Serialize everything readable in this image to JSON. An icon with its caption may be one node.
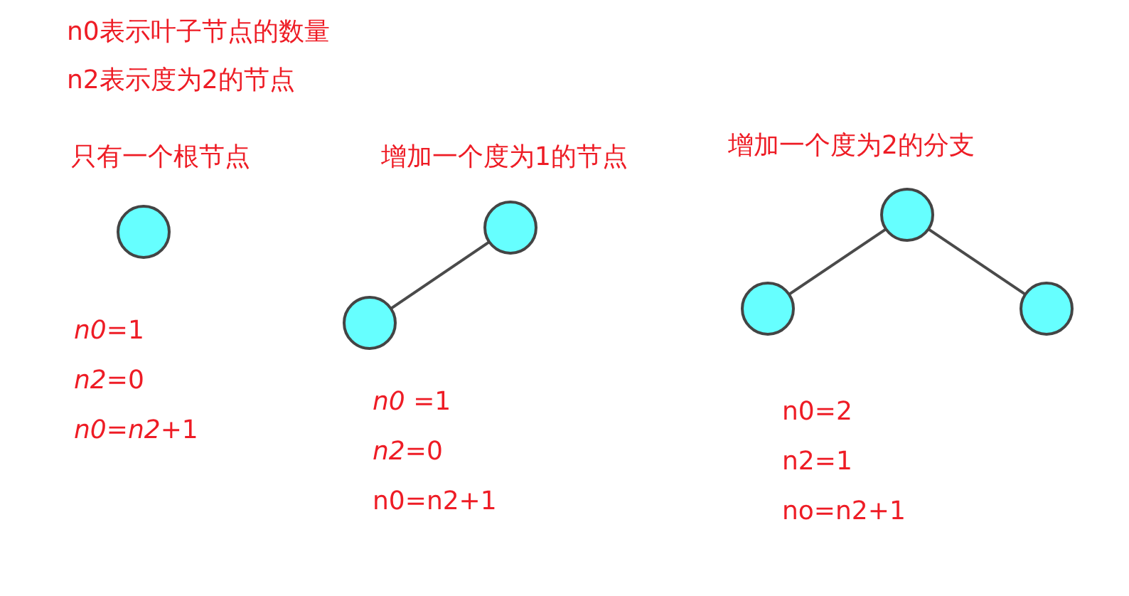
{
  "diagram": {
    "nodes": [
      {
        "text": [],
        "shape": "circle"
      },
      {
        "text": [],
        "shape": "circle"
      },
      {
        "text": [],
        "shape": "circle"
      },
      {
        "text": [],
        "shape": "circle"
      },
      {
        "text": [],
        "shape": "circle"
      },
      {
        "text": [],
        "shape": "circle"
      }
    ],
    "edges": [
      {
        "from": 1,
        "to": 2,
        "arrow": "none"
      },
      {
        "from": 3,
        "to": 4,
        "arrow": "none"
      },
      {
        "from": 3,
        "to": 5,
        "arrow": "none"
      }
    ],
    "labels": [
      "n0表示叶子节点的数量",
      "n2表示度为2的节点",
      "只有一个根节点",
      "增加一个度为1的节点",
      "增加一个度为2的分支",
      "*n0*=1",
      "*n2*=0",
      "*n0*=*n2*+1",
      "*n0* =1",
      "*n2*=0",
      "n0=n2+1",
      "n0=2",
      "n2=1",
      "no=n2+1"
    ]
  }
}
